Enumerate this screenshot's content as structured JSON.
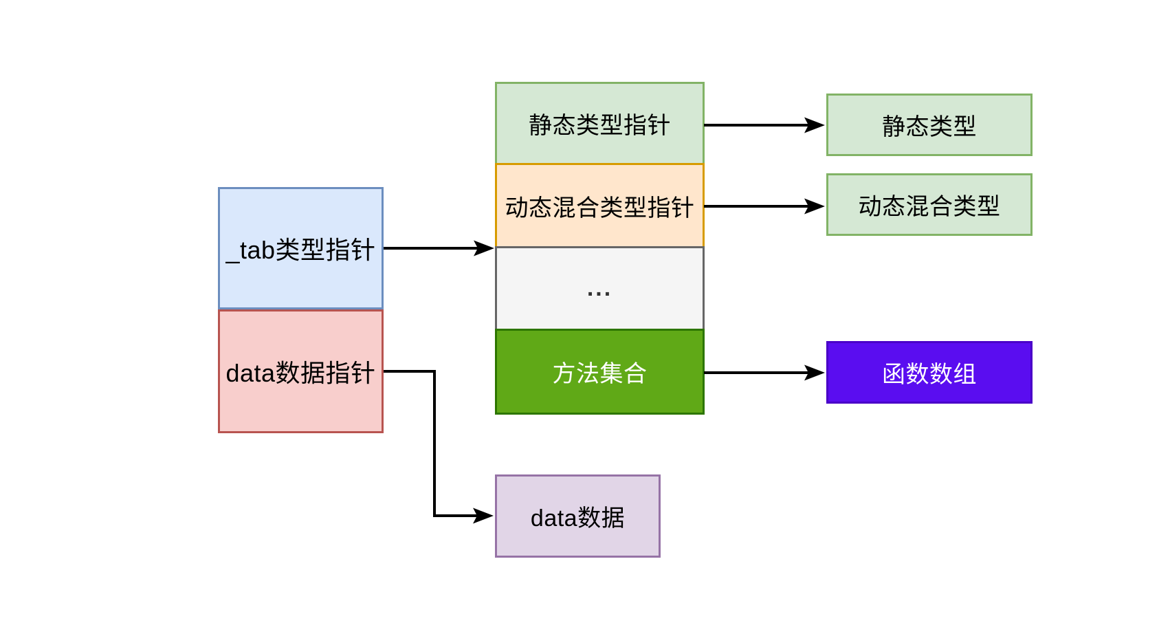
{
  "diagram": {
    "background": "#ffffff",
    "arrow_color": "#000000",
    "nodes": {
      "tab_pointer": {
        "label": "_tab类型指针",
        "fill": "#dae8fc",
        "border": "#6c8ebf",
        "text_color": "#000000"
      },
      "data_pointer": {
        "label": "data数据指针",
        "fill": "#f8cecc",
        "border": "#b85450",
        "text_color": "#000000"
      },
      "static_type_pointer": {
        "label": "静态类型指针",
        "fill": "#d5e8d4",
        "border": "#82b366",
        "text_color": "#000000"
      },
      "dynamic_type_pointer": {
        "label": "动态混合类型指针",
        "fill": "#ffe6cc",
        "border": "#d79b00",
        "text_color": "#000000"
      },
      "ellipsis": {
        "label": "...",
        "fill": "#f5f5f5",
        "border": "#666666",
        "text_color": "#333333"
      },
      "method_set": {
        "label": "方法集合",
        "fill": "#60a917",
        "border": "#2d7600",
        "text_color": "#ffffff"
      },
      "static_type": {
        "label": "静态类型",
        "fill": "#d5e8d4",
        "border": "#82b366",
        "text_color": "#000000"
      },
      "dynamic_type": {
        "label": "动态混合类型",
        "fill": "#d5e8d4",
        "border": "#82b366",
        "text_color": "#000000"
      },
      "function_array": {
        "label": "函数数组",
        "fill": "#5a0df0",
        "border": "#4a00c8",
        "text_color": "#ffffff"
      },
      "data_block": {
        "label": "data数据",
        "fill": "#e1d5e7",
        "border": "#9673a6",
        "text_color": "#000000"
      }
    },
    "edges": [
      {
        "from": "tab_pointer",
        "to": "itable_stack"
      },
      {
        "from": "static_type_pointer",
        "to": "static_type"
      },
      {
        "from": "dynamic_type_pointer",
        "to": "dynamic_type"
      },
      {
        "from": "method_set",
        "to": "function_array"
      },
      {
        "from": "data_pointer",
        "to": "data_block"
      }
    ]
  }
}
